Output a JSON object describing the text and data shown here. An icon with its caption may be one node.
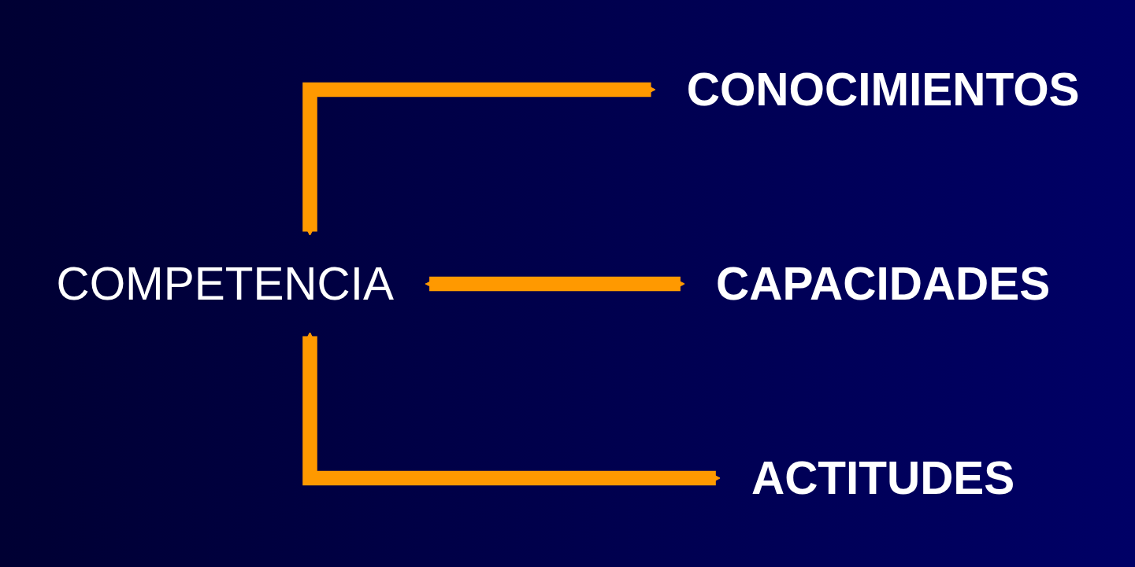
{
  "diagram": {
    "nodes": [
      {
        "text": [
          "COMPETENCIA"
        ]
      },
      {
        "text": [
          "CONOCIMIENTOS"
        ]
      },
      {
        "text": [
          "CAPACIDADES"
        ]
      },
      {
        "text": [
          "ACTITUDES"
        ]
      }
    ],
    "edges": [
      {
        "from": 0,
        "to": 1,
        "arrow": "both",
        "color": "#ff9900"
      },
      {
        "from": 0,
        "to": 2,
        "arrow": "both",
        "color": "#ff9900"
      },
      {
        "from": 0,
        "to": 3,
        "arrow": "both",
        "color": "#ff9900"
      }
    ]
  }
}
